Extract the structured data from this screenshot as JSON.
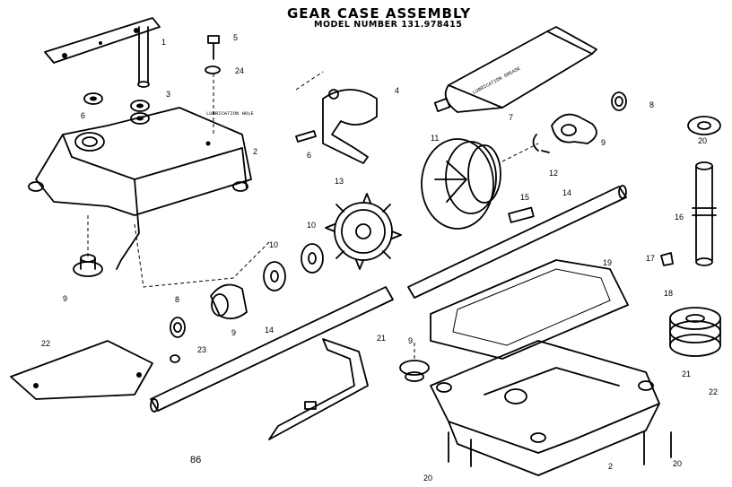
{
  "title": "GEAR CASE ASSEMBLY",
  "model_line": "MODEL NUMBER 131.978415",
  "page_number": "86",
  "annotations": {
    "lubrication_hole": "LUBRICATION HOLE",
    "grease_tube": "LUBRICATION GREASE"
  },
  "callouts": [
    "1",
    "5",
    "24",
    "3",
    "6",
    "2",
    "4",
    "6",
    "7",
    "8",
    "9",
    "11",
    "12",
    "13",
    "15",
    "14",
    "10",
    "10",
    "16",
    "17",
    "18",
    "19",
    "20",
    "8",
    "9",
    "9",
    "21",
    "22",
    "23",
    "14",
    "9",
    "20",
    "20",
    "2",
    "21",
    "22"
  ]
}
